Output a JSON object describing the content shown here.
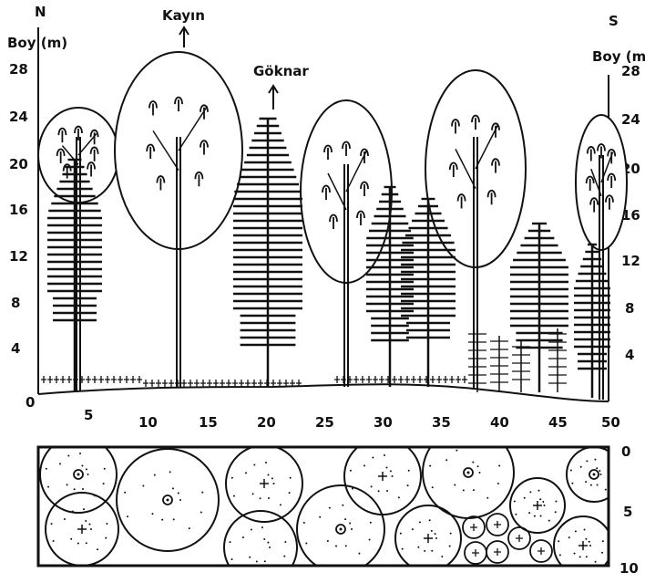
{
  "profile": {
    "left_label": "N",
    "right_label": "S",
    "y_axis_title_left": "Boy (m)",
    "y_axis_title_right": "Boy (m)",
    "y_ticks_left": [
      "28",
      "24",
      "20",
      "16",
      "12",
      "8",
      "4"
    ],
    "y_ticks_right": [
      "28",
      "24",
      "20",
      "16",
      "12",
      "8",
      "4"
    ],
    "x_origin": "0",
    "x_ticks": [
      "5",
      "10",
      "15",
      "20",
      "25",
      "30",
      "35",
      "40",
      "45",
      "50"
    ],
    "species_labels": {
      "kayin": "Kayın",
      "goknar": "Göknar"
    }
  },
  "plan": {
    "y_ticks": [
      "0",
      "5",
      "10"
    ]
  },
  "colors": {
    "ink": "#111111",
    "paper": "#ffffff"
  }
}
